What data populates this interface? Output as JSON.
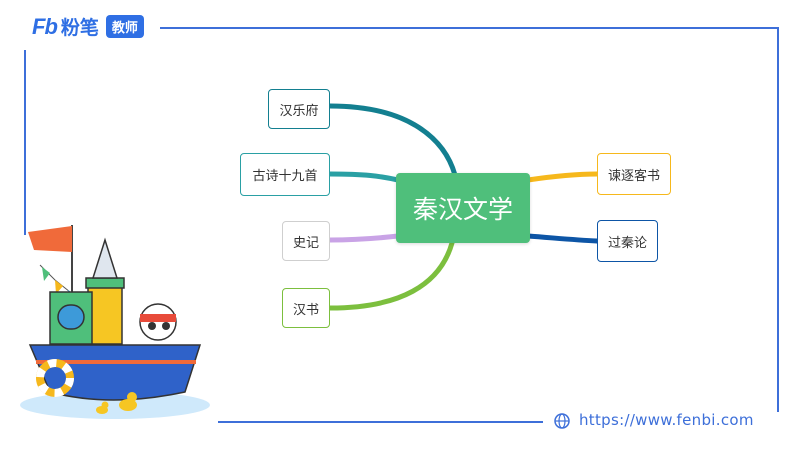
{
  "brand": {
    "mark": "Fb",
    "name": "粉笔",
    "badge": "教师"
  },
  "footer": {
    "url": "https://www.fenbi.com"
  },
  "mindmap": {
    "center": "秦汉文学",
    "left_branches": [
      {
        "label": "汉乐府",
        "color": "#137f90"
      },
      {
        "label": "古诗十九首",
        "color": "#2aa0a4"
      },
      {
        "label": "史记",
        "color": "#c9a3e6"
      },
      {
        "label": "汉书",
        "color": "#7cbf3e"
      }
    ],
    "right_branches": [
      {
        "label": "谏逐客书",
        "color": "#f6b81c"
      },
      {
        "label": "过秦论",
        "color": "#0d55a6"
      }
    ]
  },
  "colors": {
    "frame": "#3d6fd9",
    "center_fill": "#4fbf7b",
    "brand": "#2f6fe4"
  },
  "illustration": {
    "description_icon": "boat-mascot-illustration"
  }
}
